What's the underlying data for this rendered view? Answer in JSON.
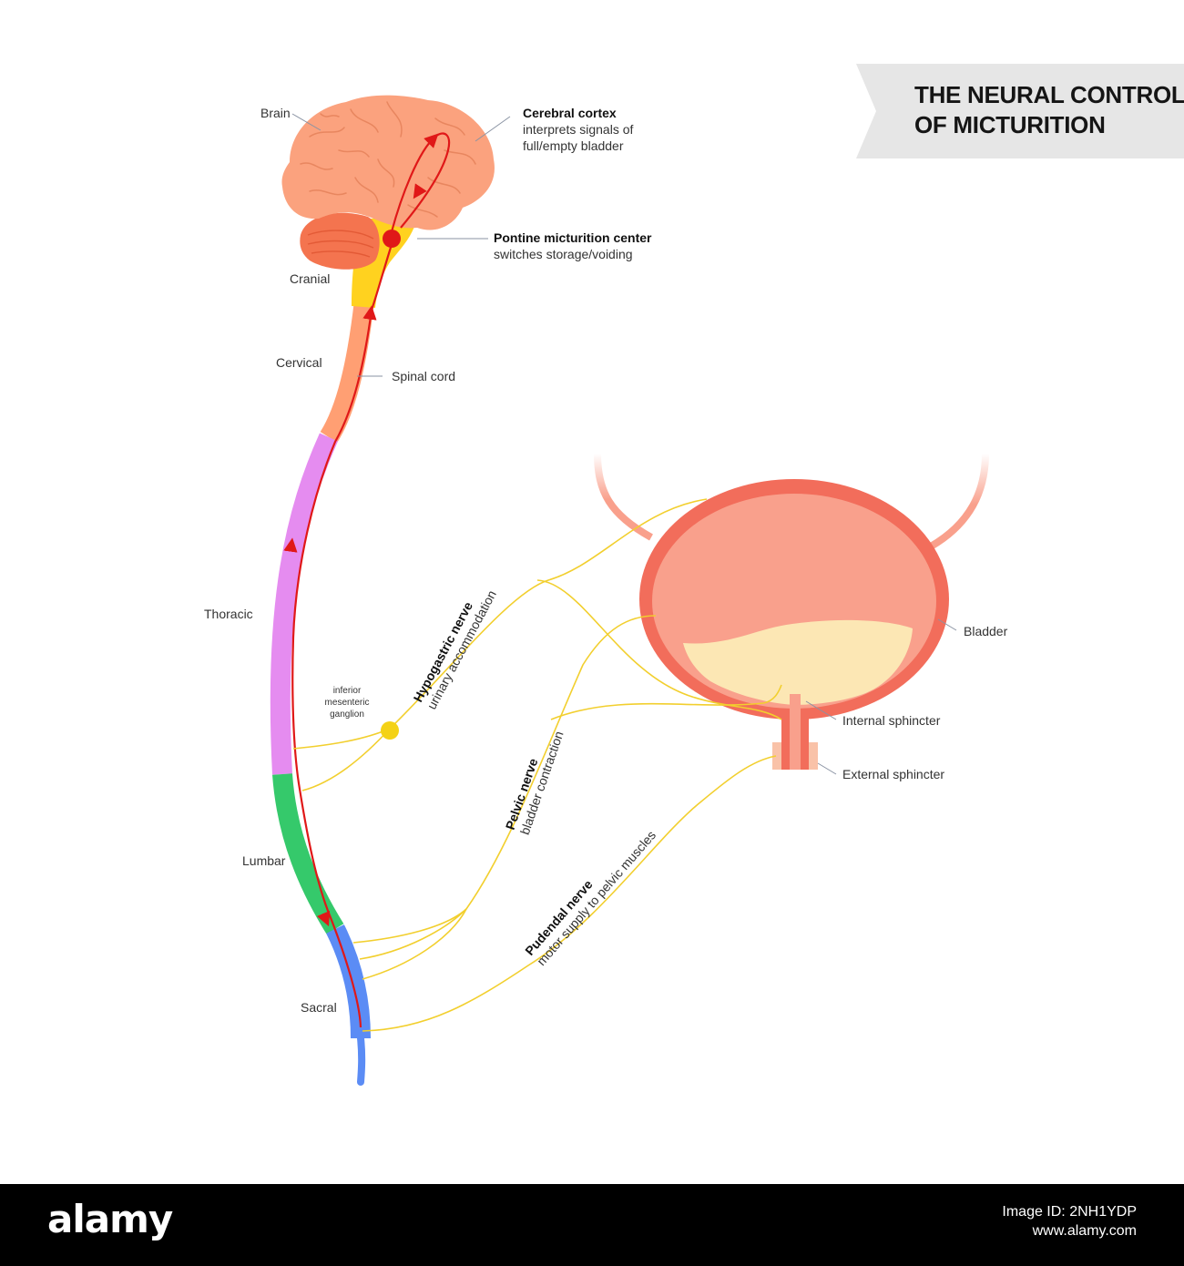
{
  "title": {
    "line1": "THE NEURAL CONTROL",
    "line2": "OF MICTURITION"
  },
  "labels": {
    "brain": "Brain",
    "cortex_title": "Cerebral cortex",
    "cortex_desc1": "interprets signals of",
    "cortex_desc2": "full/empty bladder",
    "pmc_title": "Pontine micturition center",
    "pmc_desc": "switches storage/voiding",
    "cranial": "Cranial",
    "cervical": "Cervical",
    "spinal_cord": "Spinal cord",
    "thoracic": "Thoracic",
    "lumbar": "Lumbar",
    "sacral": "Sacral",
    "img_line1": "inferior",
    "img_line2": "mesenteric",
    "img_line3": "ganglion",
    "bladder": "Bladder",
    "internal_sphincter": "Internal sphincter",
    "external_sphincter": "External sphincter"
  },
  "nerves": {
    "hypogastric_name": "Hypogastric nerve",
    "hypogastric_desc": "urinary accommodation",
    "pelvic_name": "Pelvic nerve",
    "pelvic_desc": "bladder contraction",
    "pudendal_name": "Pudendal nerve",
    "pudendal_desc": "motor supply to pelvic muscles"
  },
  "footer": {
    "logo": "alamy",
    "line1": "Image ID: 2NH1YDP",
    "line2": "www.alamy.com"
  },
  "colors": {
    "cranial": "#ffd21f",
    "cervical": "#ff9f73",
    "thoracic": "#e58cf0",
    "lumbar": "#35c96b",
    "sacral": "#5b8cf5",
    "signal": "#e01818",
    "nerve": "#f2cf2e",
    "bladder_wall": "#f26d5b",
    "bladder_inner": "#f9a08c",
    "urine": "#fce7b4",
    "brain": "#fba27e"
  }
}
